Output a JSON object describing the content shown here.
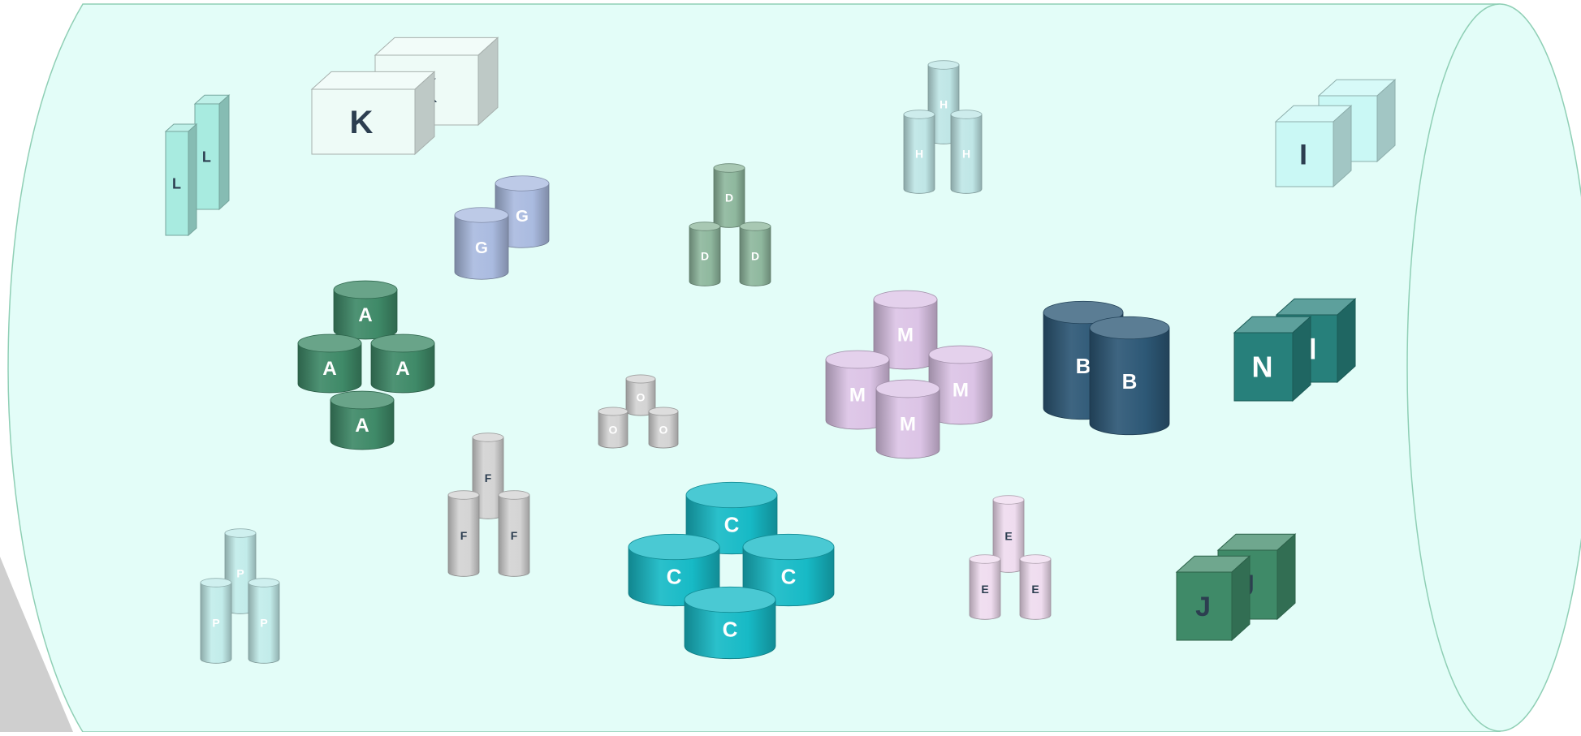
{
  "colors": {
    "container_fill": "#e3fdf8",
    "container_stroke": "#8fcfb5",
    "shadow": "#cfcfcf"
  },
  "groups": [
    {
      "id": "A",
      "shape": "cylinder",
      "count": 4,
      "color": "#3f8a68",
      "label_color": "#ffffff"
    },
    {
      "id": "B",
      "shape": "cylinder",
      "count": 2,
      "color": "#2d5876",
      "label_color": "#ffffff"
    },
    {
      "id": "C",
      "shape": "cylinder",
      "count": 4,
      "color": "#17bac6",
      "label_color": "#ffffff"
    },
    {
      "id": "D",
      "shape": "cylinder",
      "count": 3,
      "color": "#8fb89e",
      "label_color": "#ffffff"
    },
    {
      "id": "E",
      "shape": "cylinder",
      "count": 3,
      "color": "#efdcef",
      "label_color": "#2c3e50"
    },
    {
      "id": "F",
      "shape": "cylinder",
      "count": 3,
      "color": "#d4d4d4",
      "label_color": "#2c3e50"
    },
    {
      "id": "G",
      "shape": "cylinder",
      "count": 2,
      "color": "#aabbe0",
      "label_color": "#ffffff"
    },
    {
      "id": "H",
      "shape": "cylinder",
      "count": 3,
      "color": "#bfe6e6",
      "label_color": "#ffffff"
    },
    {
      "id": "I",
      "shape": "cube",
      "count": 2,
      "color": "#caf8f5",
      "label_color": "#2c3e50"
    },
    {
      "id": "J",
      "shape": "cube",
      "count": 2,
      "color": "#3f8a68",
      "label_color": "#2c3e50"
    },
    {
      "id": "K",
      "shape": "cube",
      "count": 2,
      "color": "#eefbf7",
      "label_color": "#2c3e50"
    },
    {
      "id": "L",
      "shape": "cube",
      "count": 2,
      "color": "#a8ebe0",
      "label_color": "#2c3e50"
    },
    {
      "id": "M",
      "shape": "cylinder",
      "count": 4,
      "color": "#dcc4e6",
      "label_color": "#ffffff"
    },
    {
      "id": "N",
      "shape": "cube",
      "count": 2,
      "color": "#27807b",
      "label_color": "#ffffff"
    },
    {
      "id": "O",
      "shape": "cylinder",
      "count": 3,
      "color": "#d4d4d4",
      "label_color": "#ffffff"
    },
    {
      "id": "P",
      "shape": "cylinder",
      "count": 3,
      "color": "#c2ecea",
      "label_color": "#ffffff"
    }
  ]
}
